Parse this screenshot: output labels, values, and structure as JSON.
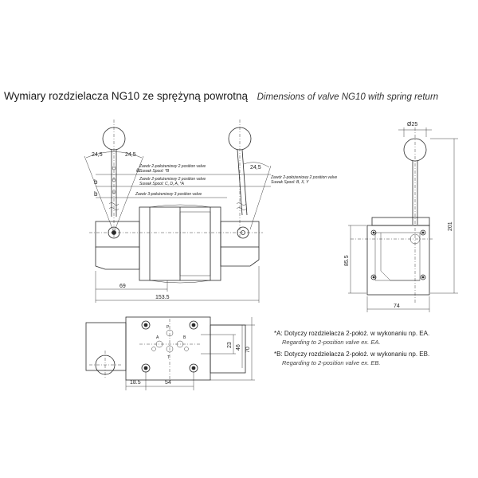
{
  "title": {
    "polish": "Wymiary rozdzielacza NG10 ze sprężyną powrotną",
    "english": "Dimensions of valve NG10 with spring return"
  },
  "front_view": {
    "angle_left": "24,5",
    "angle_right": "24,5",
    "lever_positions": [
      "a",
      "b",
      "b"
    ],
    "note_2pos_left_pl": "Zawór 2-położeniowy 2 position valve",
    "note_2pos_left_spool": "Suwak Spool: *B",
    "note_2pos_all_pl": "Zawór 2-położeniowy 2 position valve",
    "note_2pos_all_spool": "Suwak Spool: C, D, A, *A",
    "note_3pos": "Zawór 3-położeniowy 3 position valve",
    "note_2pos_right_pl": "Zawór 2-położeniowy 2 position valve",
    "note_2pos_right_spool": "Suwak Spool: B, X, Y",
    "angle_right_lever": "24,5",
    "dim_69": "69",
    "dim_153_5": "153.5"
  },
  "side_view": {
    "dim_diameter": "Ø25",
    "dim_201": "201",
    "dim_85_5": "85.5",
    "dim_74": "74"
  },
  "top_view": {
    "port_labels": [
      "P",
      "A",
      "T",
      "B"
    ],
    "dim_18_5": "18.5",
    "dim_54": "54",
    "dim_23": "23",
    "dim_46": "46",
    "dim_70": "70"
  },
  "notes": {
    "a_pl": "*A: Dotyczy rozdzielacza 2-położ. w wykonaniu np. EA.",
    "a_en": "Regarding to 2-position valve ex. EA.",
    "b_pl": "*B: Dotyczy rozdzielacza 2-położ. w wykonaniu np. EB.",
    "b_en": "Regarding to 2-position valve ex. EB."
  }
}
